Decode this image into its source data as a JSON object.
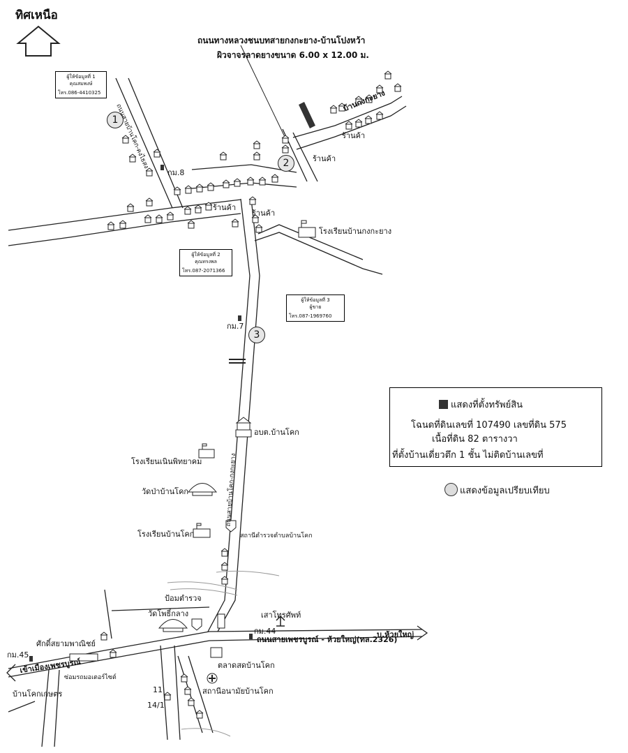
{
  "north_label": "ทิศเหนือ",
  "road_note": {
    "line1": "ถนนทางหลวงชนบทสายกงกะยาง-บ้านโปงหว้า",
    "line2": "ผิวจาจรลาดยางขนาด 6.00 x 12.00 ม."
  },
  "informants": [
    {
      "title": "ผู้ให้ข้อมูลที่ 1",
      "name": "คุณสมพงษ์",
      "phone": "โทร.086-4410325",
      "marker": "1"
    },
    {
      "title": "ผู้ให้ข้อมูลที่ 2",
      "name": "คุณทรงพล",
      "phone": "โทร.087-2071366",
      "marker": "2"
    },
    {
      "title": "ผู้ให้ข้อมูลที่ 3",
      "name": "ผู้ขาย",
      "phone": "โทร.087-1969760",
      "marker": "3"
    }
  ],
  "legend": {
    "property_label": "แสดงที่ตั้งทรัพย์สิน",
    "deed_line": "โฉนดที่ดินเลขที่ 107490 เลขที่ดิน 575",
    "area_line": "เนื้อที่ดิน  82 ตารางวา",
    "location_line": "ที่ตั้งบ้านเดี่ยวตึก 1 ชั้น  ไม่ติดบ้านเลขที่",
    "compare_label": "แสดงข้อมูลเปรียบเทียบ"
  },
  "labels": {
    "shop_1": "ร้านค้า",
    "shop_2": "ร้านค้า",
    "shop_3": "ร้านค้า",
    "shop_4": "ร้านค้า",
    "km8": "กม.8",
    "km7": "กม.7",
    "km44": "กม.44",
    "km45": "กม.45",
    "ban_kongkayang": "บ้านกงกะยาง",
    "school_kongkayang": "โรงเรียนบ้านกงกะยาง",
    "sao_office": "อบต.บ้านโคก",
    "school_noen": "โรงเรียนเนินพิทยาคม",
    "wat_pa": "วัดป่าบ้านโคก",
    "school_bankok": "โรงเรียนบ้านโคก",
    "police_station": "สถานีตำรวจตำบลบ้านโคก",
    "police_box": "ป้อมตำรวจ",
    "wat_phosri": "วัดโพธิ์กลาง",
    "phone_pole": "เสาโทรศัพท์",
    "main_road": "ถนนสายเพชรบูรณ์ - ห้วยใหญ่(ทล.2326)",
    "to_huai_yai": "บ.ห้วยใหญ่",
    "to_phetchabun": "เข้าเมืองเพชรบูรณ์",
    "sakdi_shop": "ศักดิ์สยามพาณิชย์",
    "repair_shop": "ซ่อมรถมอเตอร์ไซต์",
    "ban_kok_kaset": "บ้านโคกเกษตร",
    "market": "ตลาดสดบ้านโคก",
    "health_station": "สถานีอนามัยบ้านโคก",
    "num_11": "11",
    "num_14_1": "14/1",
    "road_v1": "ถนนสายบ้านโคก-คงไธสง",
    "road_v2": "ถนนสายบ้านโคก-กงกะยาง"
  }
}
